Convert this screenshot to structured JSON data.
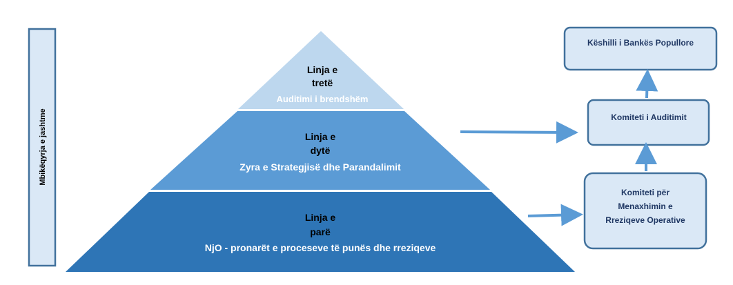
{
  "side_label": "Mbikëqyrja e jashtme",
  "pyramid": {
    "levels": [
      {
        "id": "third",
        "line1": "Linja e",
        "line2": "tretë",
        "subtitle": "Auditimi i brendshëm",
        "fill": "#bdd7ee",
        "subtitle_color": "#ffffff"
      },
      {
        "id": "second",
        "line1": "Linja e",
        "line2": "dytë",
        "subtitle": "Zyra e Strategjisë dhe Parandalimit",
        "fill": "#5b9bd5",
        "subtitle_color": "#ffffff"
      },
      {
        "id": "first",
        "line1": "Linja e",
        "line2": "parë",
        "subtitle": "NjO - pronarët e proceseve të punës dhe rreziqeve",
        "fill": "#2e75b6",
        "subtitle_color": "#ffffff"
      }
    ]
  },
  "boxes": {
    "board": "Këshilli i Bankës Popullore",
    "audit_committee": "Komiteti i Auditimit",
    "risk_committee_line1": "Komiteti për",
    "risk_committee_line2": "Menaxhimin e",
    "risk_committee_line3": "Rreziqeve Operative"
  },
  "colors": {
    "box_fill": "#dae8f6",
    "box_border": "#41719c",
    "arrow": "#5b9bd5",
    "text_dark": "#000000",
    "box_text": "#203864"
  }
}
